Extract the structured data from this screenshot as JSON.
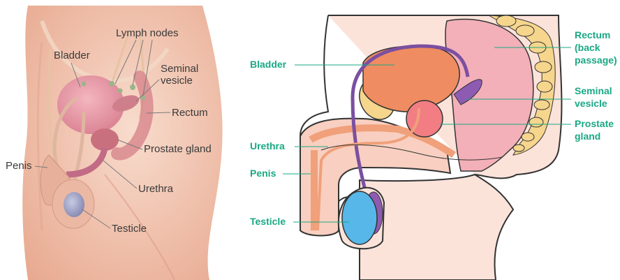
{
  "left_panel": {
    "labels": {
      "lymph_nodes": "Lymph nodes",
      "bladder": "Bladder",
      "seminal_vesicle_1": "Seminal",
      "seminal_vesicle_2": "vesicle",
      "rectum": "Rectum",
      "prostate": "Prostate gland",
      "penis": "Penis",
      "urethra": "Urethra",
      "testicle": "Testicle"
    },
    "colors": {
      "skin": "#f2c6b2",
      "organ_pink": "#e79aa6",
      "testicle": "#9ea3c8"
    }
  },
  "right_panel": {
    "labels": {
      "bladder": "Bladder",
      "urethra": "Urethra",
      "penis": "Penis",
      "testicle": "Testicle",
      "rectum_1": "Rectum",
      "rectum_2": "(back",
      "rectum_3": "passage)",
      "seminal_1": "Seminal",
      "seminal_2": "vesicle",
      "prostate_1": "Prostate",
      "prostate_2": "gland"
    },
    "colors": {
      "label_green": "#1aa884",
      "skin": "#f9dcd2",
      "bladder": "#f0875f",
      "rectum": "#f2a9b4",
      "vas_purple": "#7b4fa0",
      "testicle_blue": "#56b7e8",
      "spine": "#f6d38a"
    }
  }
}
